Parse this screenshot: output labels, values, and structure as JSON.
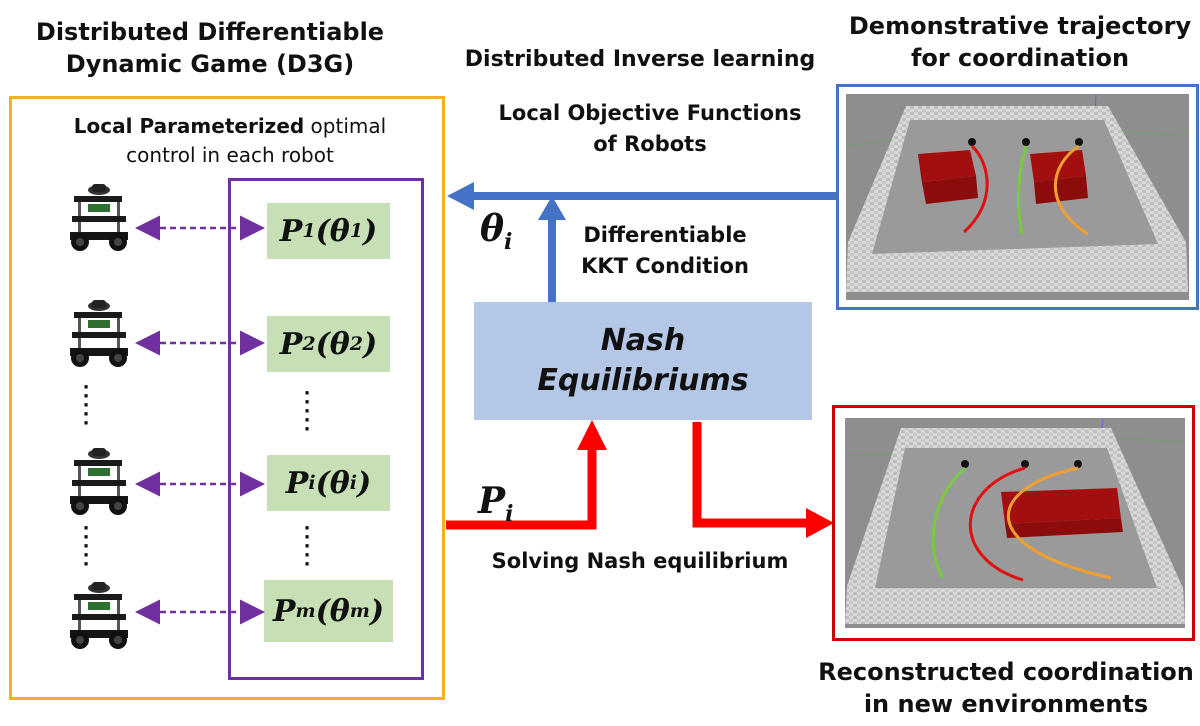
{
  "left_title": [
    "Distributed Differentiable",
    "Dynamic Game (D3G)"
  ],
  "local_caption": {
    "bold": "Local Parameterized",
    "rest": " optimal",
    "line2": "control in each robot"
  },
  "players": [
    {
      "base": "P",
      "sub": "1",
      "theta": "θ",
      "theta_sub": "1"
    },
    {
      "base": "P",
      "sub": "2",
      "theta": "θ",
      "theta_sub": "2"
    },
    {
      "base": "P",
      "sub": "i",
      "theta": "θ",
      "theta_sub": "i"
    },
    {
      "base": "P",
      "sub": "m",
      "theta": "θ",
      "theta_sub": "m"
    }
  ],
  "inverse_title": "Distributed Inverse learning",
  "objective_label": [
    "Local Objective Functions",
    "of Robots"
  ],
  "kkt_label": [
    "Differentiable",
    "KKT Condition"
  ],
  "theta_label": {
    "base": "θ",
    "sub": "i"
  },
  "p_label": {
    "base": "P",
    "sub": "i"
  },
  "nash_label": [
    "Nash",
    "Equilibriums"
  ],
  "solving_label": "Solving Nash equilibrium",
  "demo_title": [
    "Demonstrative trajectory",
    "for coordination"
  ],
  "recon_title": [
    "Reconstructed coordination",
    "in new environments"
  ],
  "colors": {
    "yellow_frame": "#f0b020",
    "purple_frame": "#7030a0",
    "blue_frame": "#4472c4",
    "red_frame": "#d00000",
    "p_box": "#c6dfb4",
    "nash_box": "#b4c7e7",
    "blue_arrow": "#4472c4",
    "red_arrow": "#ff0000",
    "dashed_arrow": "#7030a0"
  },
  "icons": [
    "robot-icon",
    "sim-scene-demo",
    "sim-scene-reconstructed"
  ]
}
